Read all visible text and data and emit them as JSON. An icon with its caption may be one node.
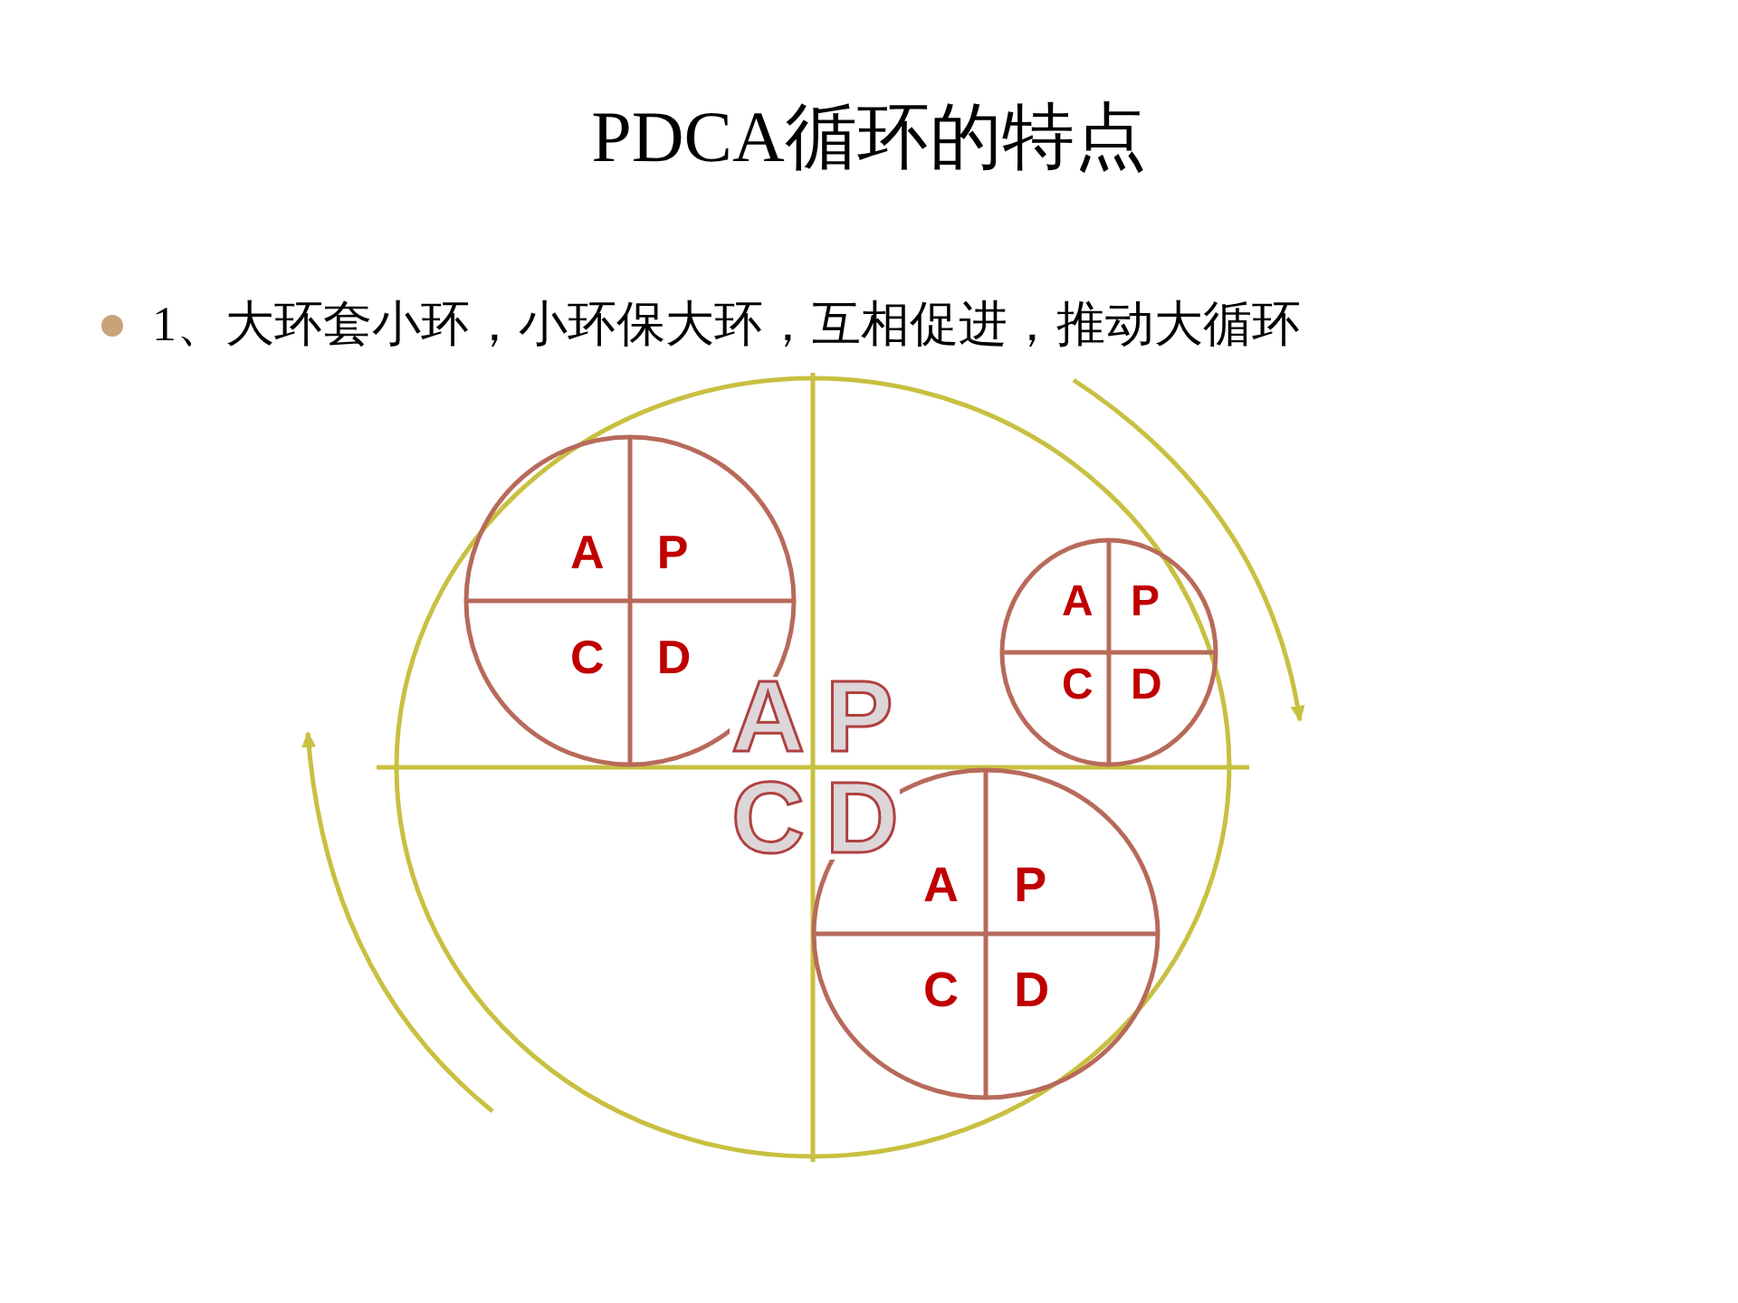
{
  "diagram": {
    "title": "PDCA循环的特点",
    "nodes": [
      {
        "text": [
          "A",
          "P",
          "C",
          "D"
        ]
      },
      {
        "text": [
          "A",
          "P",
          "C",
          "D"
        ],
        "in": 0
      },
      {
        "text": [
          "A",
          "P",
          "C",
          "D"
        ],
        "in": 0
      },
      {
        "text": [
          "A",
          "P",
          "C",
          "D"
        ],
        "in": 0
      }
    ],
    "edges": [],
    "labels": [
      "1、大环套小环，小环保大环，互相促进，推动大循环"
    ]
  }
}
